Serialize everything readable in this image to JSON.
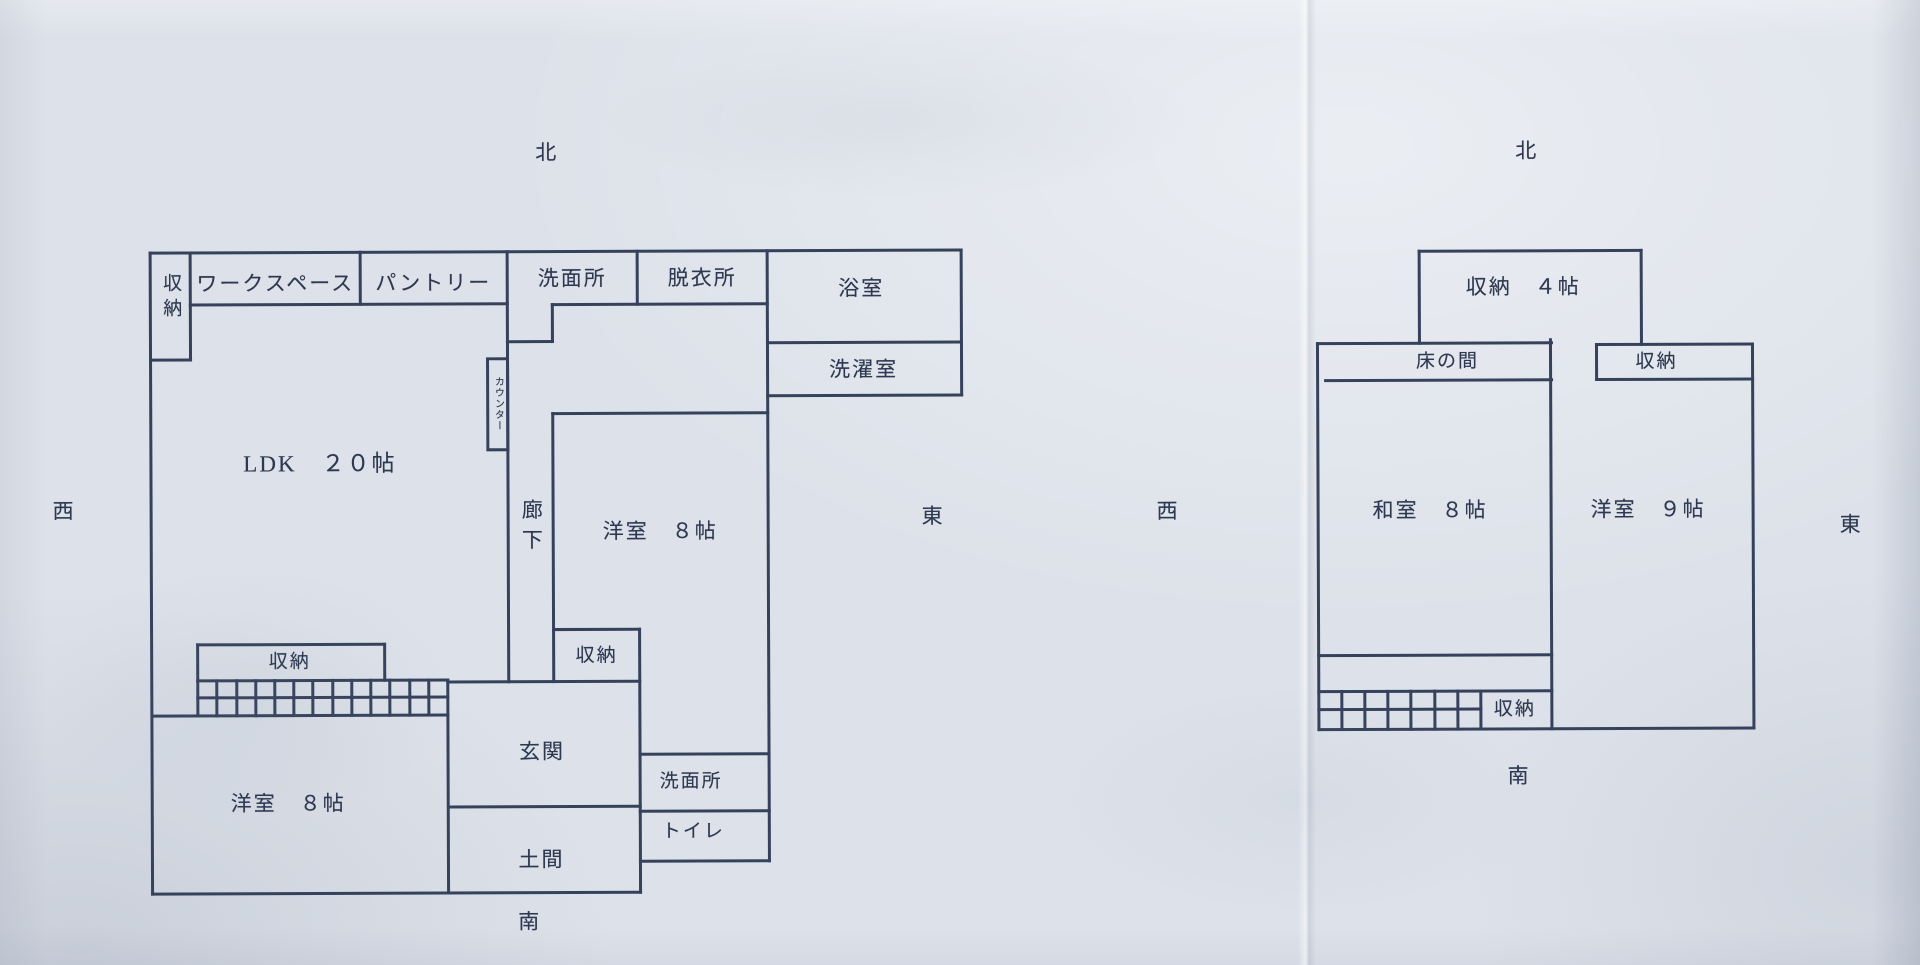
{
  "document": {
    "type": "floor-plan-photo",
    "sheet": "間取り図"
  },
  "colors": {
    "ink": "#36415c",
    "paper": "#dde2ea"
  },
  "floor1": {
    "compass": {
      "north": "北",
      "west": "西",
      "east": "東",
      "south": "南"
    },
    "rooms": {
      "closet_nw": "収納",
      "workspace": "ワークスペース",
      "pantry": "パントリー",
      "washroom_n": "洗面所",
      "dressing_room": "脱衣所",
      "bathroom": "浴室",
      "laundry_room": "洗濯室",
      "ldk": "LDK　２０帖",
      "counter": "カウンター",
      "hallway": "廊下",
      "western_room_c": "洋室　８帖",
      "closet_c": "収納",
      "closet_ldk": "収納",
      "entrance": "玄関",
      "doma": "土間",
      "washroom_s": "洗面所",
      "toilet": "トイレ",
      "western_room_sw": "洋室　８帖"
    }
  },
  "floor2": {
    "compass": {
      "north": "北",
      "west": "西",
      "east": "東",
      "south": "南"
    },
    "rooms": {
      "storage_4jo": "収納　４帖",
      "tokonoma": "床の間",
      "closet_ne": "収納",
      "japanese_room": "和室　８帖",
      "western_room": "洋室　９帖",
      "closet_s": "収納"
    }
  }
}
